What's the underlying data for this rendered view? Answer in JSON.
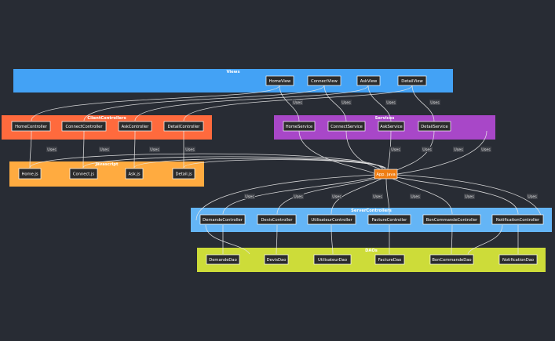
{
  "groups": {
    "views": {
      "title": "Views",
      "color": "#43a2f5"
    },
    "client_controllers": {
      "title": "ClientControllers",
      "color": "#ff6a3d"
    },
    "javascript": {
      "title": "Javascript",
      "color": "#ffab40"
    },
    "services": {
      "title": "Services",
      "color": "#a847c8"
    },
    "server_controllers": {
      "title": "ServerControllers",
      "color": "#64b5f6"
    },
    "daos": {
      "title": "DAOs",
      "color": "#cddc39"
    }
  },
  "nodes": {
    "home_view": "HomeView",
    "connect_view": "ConnectView",
    "ask_view": "AskView",
    "detail_view": "DetailView",
    "home_controller": "HomeController",
    "connect_controller": "ConnectController",
    "ask_controller": "AskController",
    "detail_controller": "DetailController",
    "home_js": "Home.js",
    "connect_js": "Connect.js",
    "ask_js": "Ask.js",
    "detail_js": "Detail.js",
    "home_service": "HomeService",
    "connect_service": "ConnectService",
    "ask_service": "AskService",
    "detail_service": "DetailService",
    "app_java": "App. java",
    "demande_controller": "DemandeController",
    "devis_controller": "DevisController",
    "utilisateur_controller": "UtilisateurController",
    "facture_controller": "FactureController",
    "bon_commande_controller": "BonCommandeController",
    "notification_controller": "NotificationController",
    "demande_dao": "DemandeDao",
    "devis_dao": "DevisDao",
    "utilisateur_dao": "UtilisateurDao",
    "facture_dao": "FactureDao",
    "bon_commande_dao": "BonCommandeDao",
    "notification_dao": "NotificationDao"
  },
  "edge_label": "Uses",
  "colors": {
    "background": "#282c34",
    "node_fill": "#2b2b2b",
    "node_border": "#ffffff",
    "app_node": "#ef7d12",
    "edge": "#e8e8e8"
  }
}
